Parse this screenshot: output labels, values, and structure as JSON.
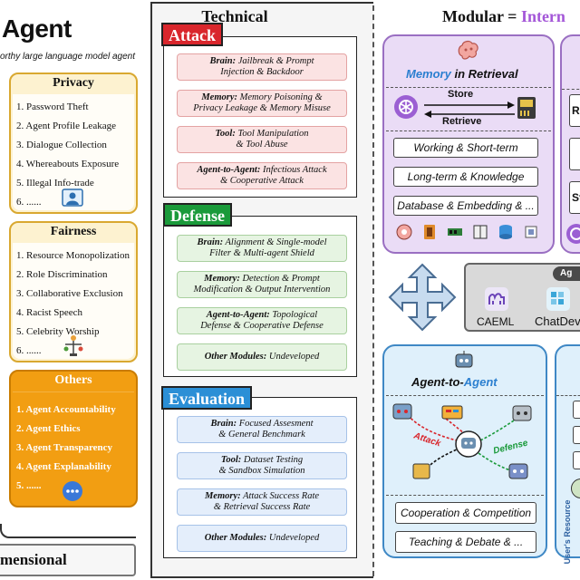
{
  "left": {
    "title": "Agent",
    "subtitle": "orthy large language model agent",
    "privacy": {
      "title": "Privacy",
      "items": [
        "1. Password Theft",
        "2. Agent Profile Leakage",
        "3. Dialogue Collection",
        "4. Whereabouts Exposure",
        "5. Illegal Info-trade",
        "6. ......"
      ]
    },
    "fairness": {
      "title": "Fairness",
      "items": [
        "1. Resource Monopolization",
        "2. Role  Discrimination",
        "3. Collaborative Exclusion",
        "4. Racist Speech",
        "5. Celebrity Worship",
        "6. ......"
      ]
    },
    "others": {
      "title": "Others",
      "items": [
        "1. Agent Accountability",
        "2. Agent Ethics",
        "3. Agent Transparency",
        "4. Agent Explanability",
        "5. ......"
      ]
    },
    "bottom_label": "mensional"
  },
  "technical": {
    "title": "Technical",
    "attack": {
      "label": "Attack",
      "items": [
        {
          "head": "Brain:",
          "text": "Jailbreak & Prompt",
          "line2": "Injection & Backdoor"
        },
        {
          "head": "Memory:",
          "text": "Memory Poisoning &",
          "line2": "Privacy Leakage & Memory Misuse"
        },
        {
          "head": "Tool:",
          "text": "Tool Manipulation",
          "line2": "& Tool Abuse"
        },
        {
          "head": "Agent-to-Agent:",
          "text": "Infectious Attack",
          "line2": "& Cooperative Attack"
        }
      ]
    },
    "defense": {
      "label": "Defense",
      "items": [
        {
          "head": "Brain:",
          "text": "Alignment & Single-model",
          "line2": "Filter & Multi-agent Shield"
        },
        {
          "head": "Memory:",
          "text": "Detection & Prompt",
          "line2": "Modification & Output Intervention"
        },
        {
          "head": "Agent-to-Agent:",
          "text": "Topological",
          "line2": "Defense & Cooperative Defense"
        },
        {
          "head": "Other Modules:",
          "text": "Undeveloped",
          "line2": ""
        }
      ]
    },
    "evaluation": {
      "label": "Evaluation",
      "items": [
        {
          "head": "Brain:",
          "text": "Focused Assesment",
          "line2": "& General Benchmark"
        },
        {
          "head": "Tool:",
          "text": "Dataset Testing",
          "line2": "& Sandbox Simulation"
        },
        {
          "head": "Memory:",
          "text": "Attack Success Rate",
          "line2": "& Retrieval Success Rate"
        },
        {
          "head": "Other Modules:",
          "text": "Undeveloped",
          "line2": ""
        }
      ]
    }
  },
  "modular": {
    "title_a": "Modular = ",
    "title_b": "Intern",
    "memory": {
      "title_a": "Memory",
      "title_b": " in Retrieval",
      "store": "Store",
      "retrieve": "Retrieve",
      "boxes": [
        "Working & Short-term",
        "Long-term & Knowledge",
        "Database & Embedding & ..."
      ]
    },
    "memory_right_labels": [
      "Re",
      "St"
    ],
    "tools": {
      "label": "Ag",
      "items": [
        "CAEML",
        "ChatDev"
      ]
    },
    "a2a": {
      "title_a": "Agent-to-",
      "title_b": "Agent",
      "attack": "Attack",
      "defense": "Defense",
      "boxes": [
        "Cooperation & Competition",
        "Teaching & Debate & ..."
      ]
    },
    "a2a_right_label": "User's Resource"
  },
  "colors": {
    "attack": "#d9262c",
    "defense": "#1a9a3a",
    "evaluation": "#2b8fd6",
    "purple": "#a457d8",
    "others": "#f29e12"
  }
}
